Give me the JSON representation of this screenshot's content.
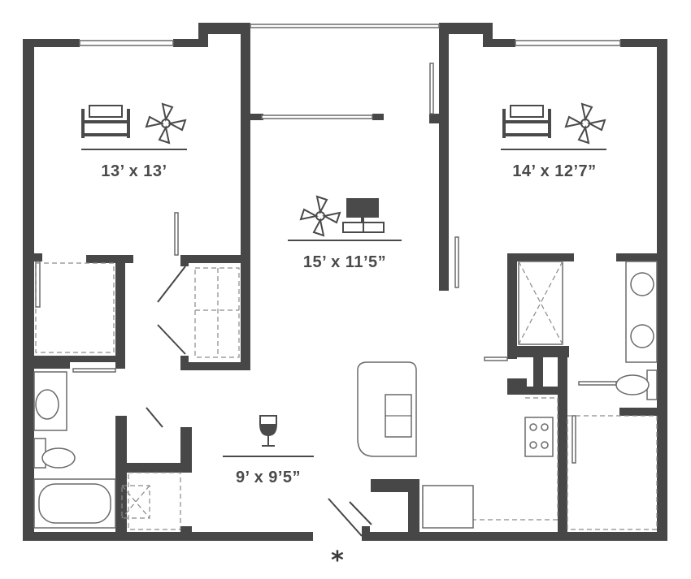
{
  "rooms": [
    {
      "id": "bedroom-1",
      "dimensions": "13’ x 13’",
      "icons": [
        "bed-icon",
        "ceiling-fan-icon"
      ]
    },
    {
      "id": "bedroom-2",
      "dimensions": "14’ x 12’7”",
      "icons": [
        "bed-icon",
        "ceiling-fan-icon"
      ]
    },
    {
      "id": "living-room",
      "dimensions": "15’ x 11’5”",
      "icons": [
        "ceiling-fan-icon",
        "tv-icon"
      ]
    },
    {
      "id": "dining",
      "dimensions": "9’ x 9’5”",
      "icons": [
        "wine-glass-icon"
      ]
    }
  ],
  "entry_marker": "*",
  "colors": {
    "wall": "#474747",
    "text": "#4a4a4a",
    "background": "#ffffff"
  }
}
